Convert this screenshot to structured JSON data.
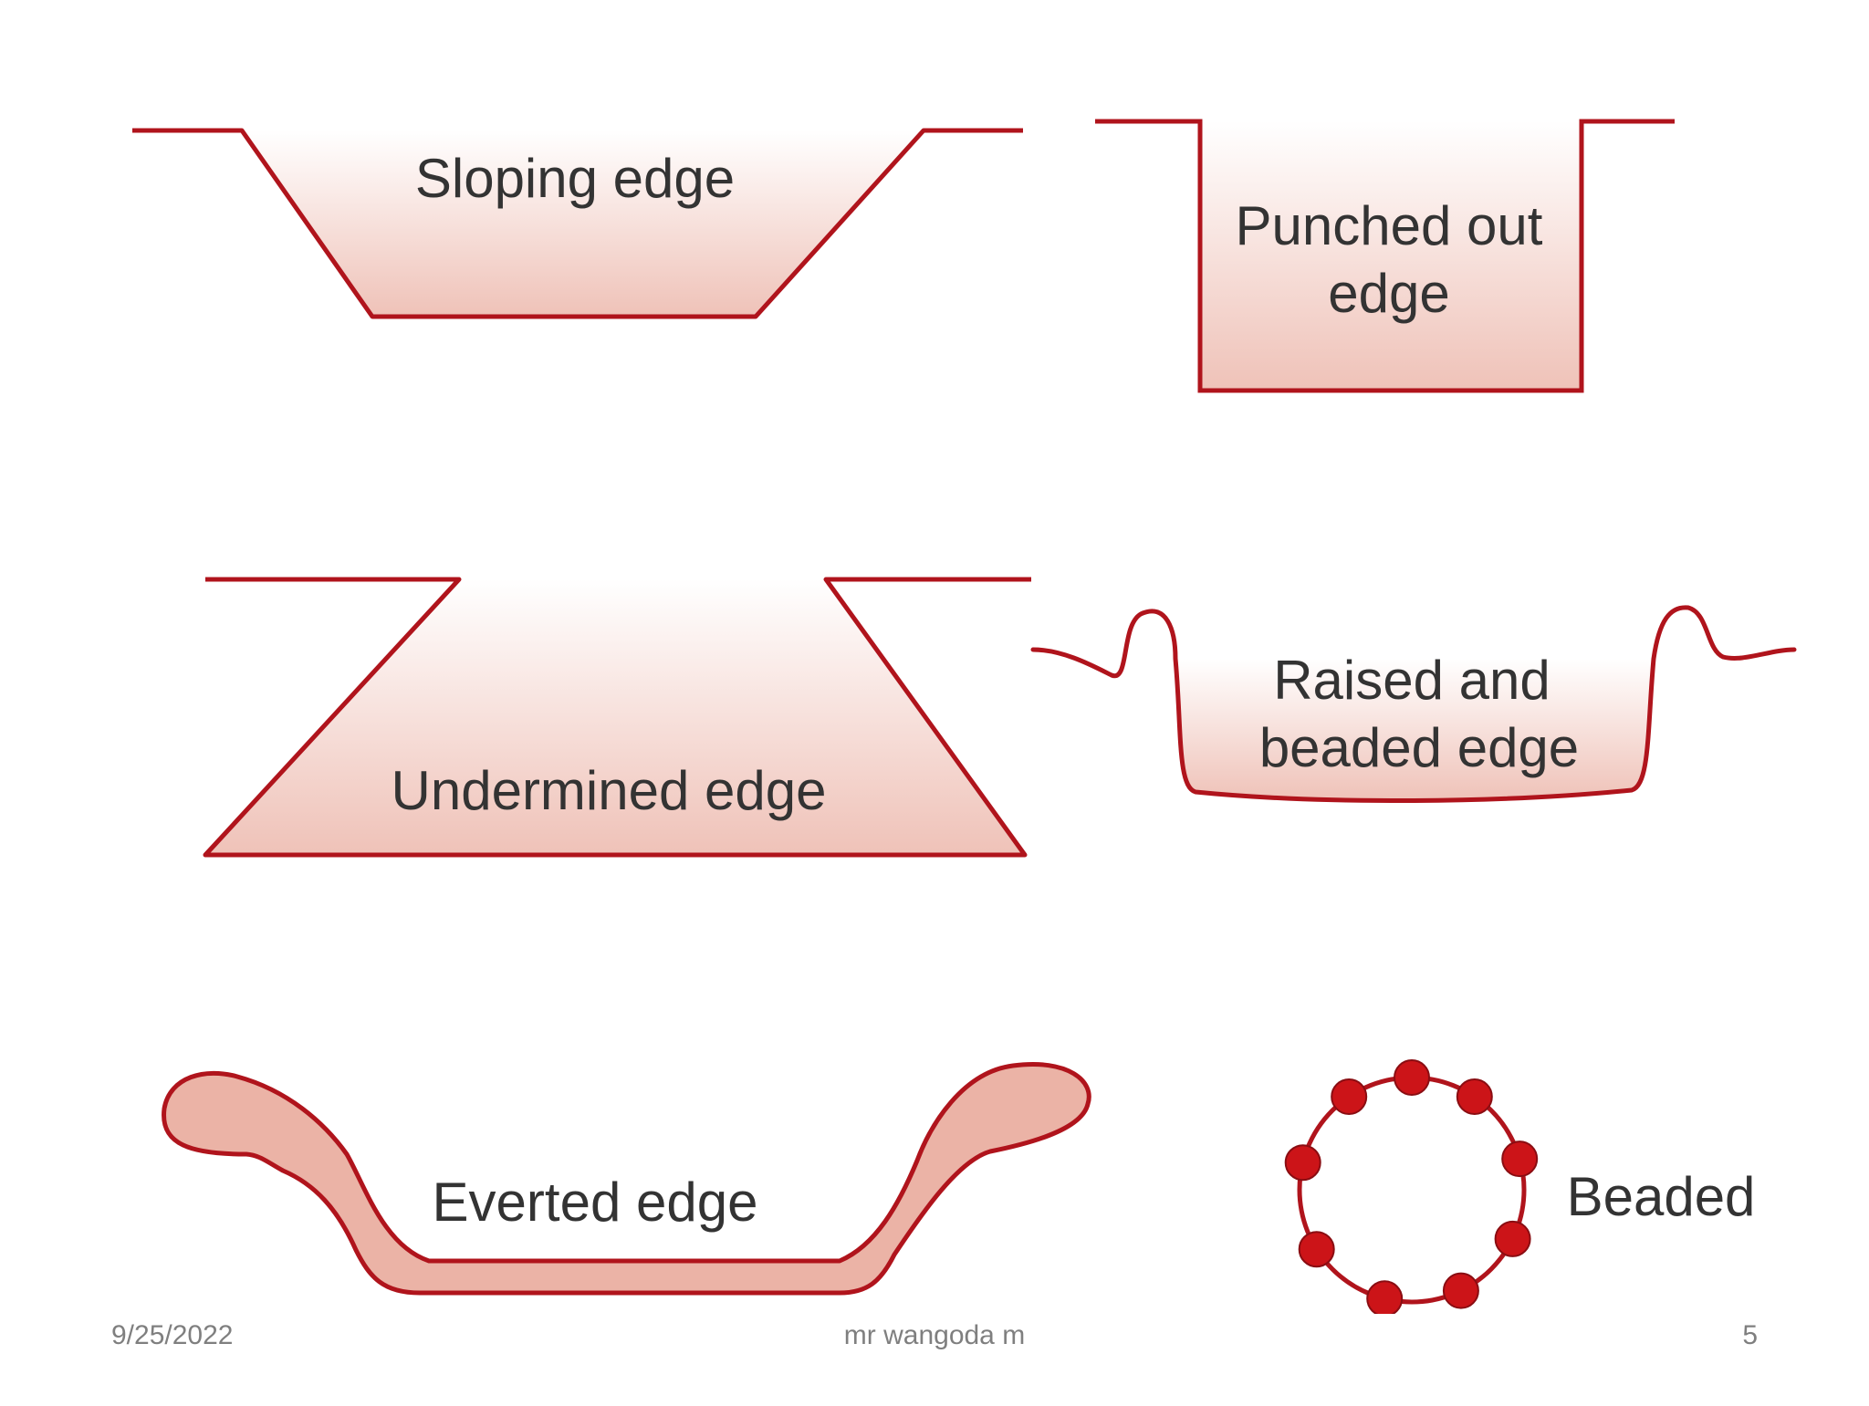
{
  "diagram": {
    "labels": {
      "sloping": "Sloping edge",
      "punched_1": "Punched out",
      "punched_2": "edge",
      "undermined": "Undermined edge",
      "raised_1": "Raised and",
      "raised_2": "beaded edge",
      "everted": "Everted edge",
      "beaded": "Beaded"
    },
    "colors": {
      "outline": "#b0141c",
      "fill_top": "#ffffff",
      "fill_bottom": "#efc2b8",
      "everted_fill": "#ebb3a6",
      "bead": "#cc1418"
    }
  },
  "footer": {
    "date": "9/25/2022",
    "author": "mr wangoda m",
    "page": "5"
  }
}
